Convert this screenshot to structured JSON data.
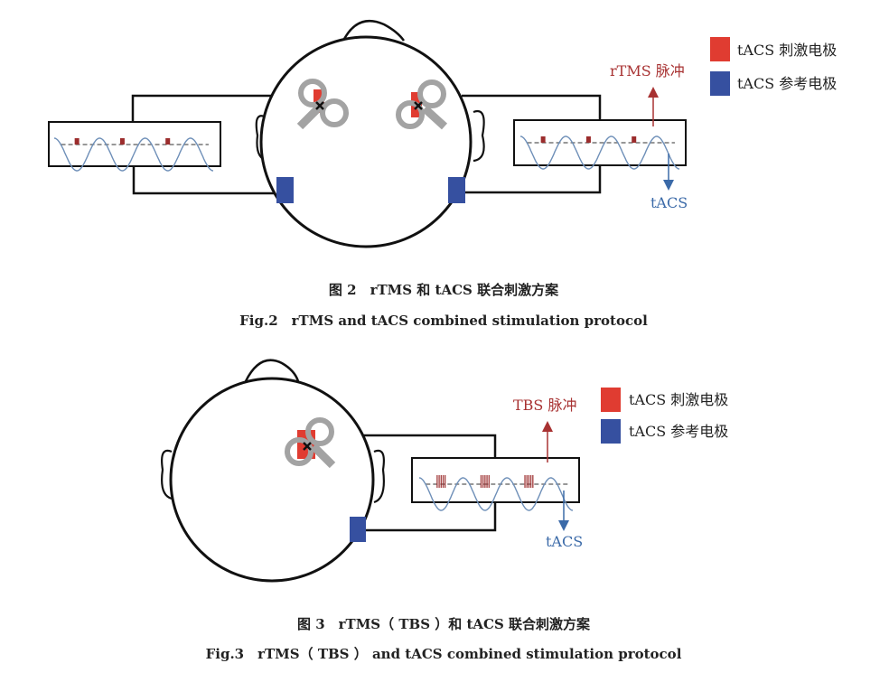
{
  "colors": {
    "stim_electrode": "#e03c31",
    "ref_electrode": "#3650a0",
    "pulse": "#9b2c2c",
    "tacs_wave": "#6e8fb8",
    "coil": "#a3a3a3",
    "outline": "#111111",
    "midline": "#777777",
    "tacs_arrow": "#3b6aa8",
    "pulse_arrow": "#a83232"
  },
  "fig2": {
    "legend": {
      "stim_label": "tACS 刺激电极",
      "ref_label": "tACS 参考电极"
    },
    "pulse_label": "rTMS 脉冲",
    "tacs_label": "tACS",
    "caption_cn": "图 2　rTMS 和 tACS 联合刺激方案",
    "caption_en": "Fig.2　rTMS and tACS combined stimulation protocol",
    "pulse_type": "single",
    "cycles_per_box": 3
  },
  "fig3": {
    "legend": {
      "stim_label": "tACS 刺激电极",
      "ref_label": "tACS 参考电极"
    },
    "pulse_label": "TBS 脉冲",
    "tacs_label": "tACS",
    "caption_cn": "图 3　rTMS（ TBS ）和 tACS 联合刺激方案",
    "caption_en": "Fig.3　rTMS（ TBS ） and tACS combined stimulation protocol",
    "pulse_type": "burst",
    "cycles_per_box": 3
  }
}
